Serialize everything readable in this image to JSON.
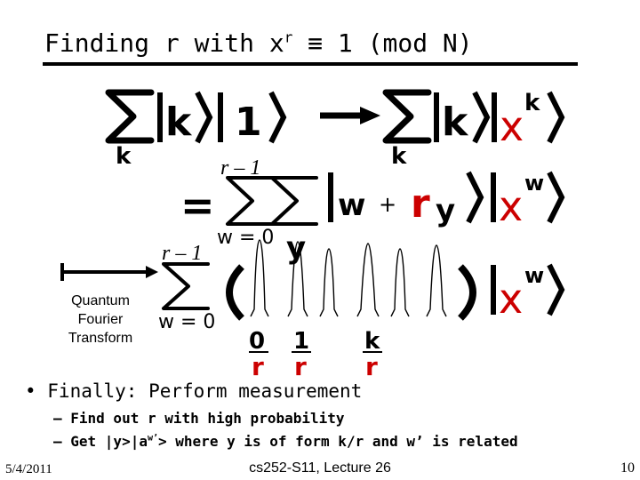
{
  "slide": {
    "title_prefix": "Finding r with x",
    "title_sup": "r",
    "title_suffix": " ≡ 1 (mod N)",
    "qft_label_lines": [
      "Quantum",
      "Fourier",
      "Transform"
    ],
    "bullet": "• Finally: Perform measurement",
    "sub1": "– Find out r with high probability",
    "sub2_prefix": "– Get |y>|a",
    "sub2_sup": "w’",
    "sub2_suffix": "> where y is of form k/r and w’ is related"
  },
  "math": {
    "k": "k",
    "one": "1",
    "x": "x",
    "w": "w",
    "plus": "+",
    "r": "r",
    "y": "y",
    "r_minus_1": "r – 1",
    "w_eq_0": "w = 0",
    "equals": "=",
    "zero": "0",
    "colors": {
      "highlight": "#cc0000",
      "ink": "#000000"
    }
  },
  "footer": {
    "date": "5/4/2011",
    "course": "cs252-S11, Lecture 26",
    "page": "10"
  }
}
